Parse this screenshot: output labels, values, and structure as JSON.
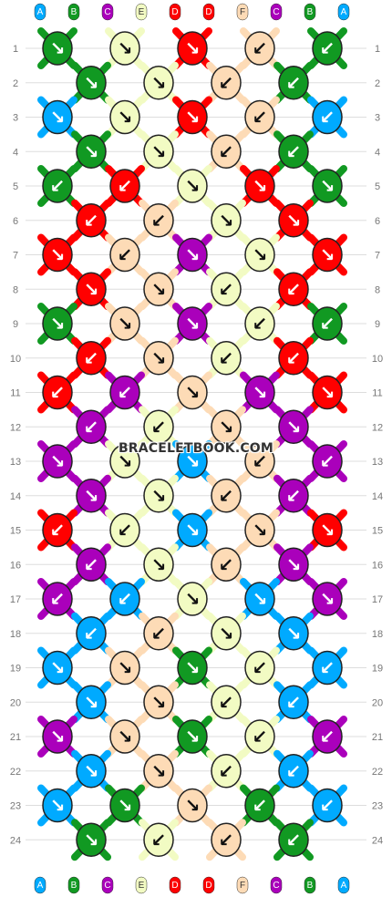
{
  "colors": {
    "A": "#00aaff",
    "B": "#119922",
    "C": "#aa00bb",
    "D": "#ff0000",
    "E": "#f2fbc3",
    "F": "#fddbb6"
  },
  "top_labels": [
    "A",
    "B",
    "C",
    "E",
    "D",
    "D",
    "F",
    "C",
    "B",
    "A"
  ],
  "bottom_labels": [
    "A",
    "B",
    "C",
    "E",
    "D",
    "D",
    "F",
    "C",
    "B",
    "A"
  ],
  "row_numbers": [
    "1",
    "2",
    "3",
    "4",
    "5",
    "6",
    "7",
    "8",
    "9",
    "10",
    "11",
    "12",
    "13",
    "14",
    "15",
    "16",
    "17",
    "18",
    "19",
    "20",
    "21",
    "22",
    "23",
    "24"
  ],
  "watermark": "BRACELETBOOK.COM",
  "rows": [
    [
      "B:↘",
      "E:↘",
      "D:↘",
      "F:↙",
      "B:↙"
    ],
    [
      "B:↘",
      "E:↘",
      "F:↙",
      "B:↙"
    ],
    [
      "A:↘",
      "E:↘",
      "D:↘",
      "F:↙",
      "A:↙"
    ],
    [
      "B:↘",
      "E:↘",
      "F:↙",
      "B:↙"
    ],
    [
      "B:↙",
      "D:↙",
      "E:↘",
      "D:↘",
      "B:↘"
    ],
    [
      "D:↙",
      "F:↙",
      "E:↘",
      "D:↘"
    ],
    [
      "D:↘",
      "F:↙",
      "C:↘",
      "E:↘",
      "D:↘"
    ],
    [
      "D:↘",
      "F:↘",
      "E:↙",
      "D:↙"
    ],
    [
      "B:↘",
      "F:↘",
      "C:↘",
      "E:↙",
      "B:↙"
    ],
    [
      "D:↙",
      "F:↘",
      "E:↙",
      "D:↙"
    ],
    [
      "D:↙",
      "C:↙",
      "F:↘",
      "C:↘",
      "D:↘"
    ],
    [
      "C:↙",
      "E:↙",
      "F:↘",
      "C:↘"
    ],
    [
      "C:↘",
      "E:↘",
      "A:↘",
      "F:↙",
      "C:↙"
    ],
    [
      "C:↘",
      "E:↘",
      "F:↙",
      "C:↙"
    ],
    [
      "D:↙",
      "E:↙",
      "A:↘",
      "F:↘",
      "D:↘"
    ],
    [
      "C:↙",
      "E:↘",
      "F:↙",
      "C:↘"
    ],
    [
      "C:↙",
      "A:↙",
      "E:↘",
      "A:↘",
      "C:↘"
    ],
    [
      "A:↙",
      "F:↙",
      "E:↘",
      "A:↘"
    ],
    [
      "A:↘",
      "F:↘",
      "B:↘",
      "E:↙",
      "A:↙"
    ],
    [
      "A:↘",
      "F:↘",
      "E:↙",
      "A:↙"
    ],
    [
      "C:↘",
      "F:↘",
      "B:↘",
      "E:↙",
      "C:↙"
    ],
    [
      "A:↘",
      "F:↘",
      "E:↙",
      "A:↙"
    ],
    [
      "A:↘",
      "B:↘",
      "F:↘",
      "B:↙",
      "A:↙"
    ],
    [
      "B:↘",
      "E:↙",
      "F:↙",
      "B:↙"
    ]
  ]
}
